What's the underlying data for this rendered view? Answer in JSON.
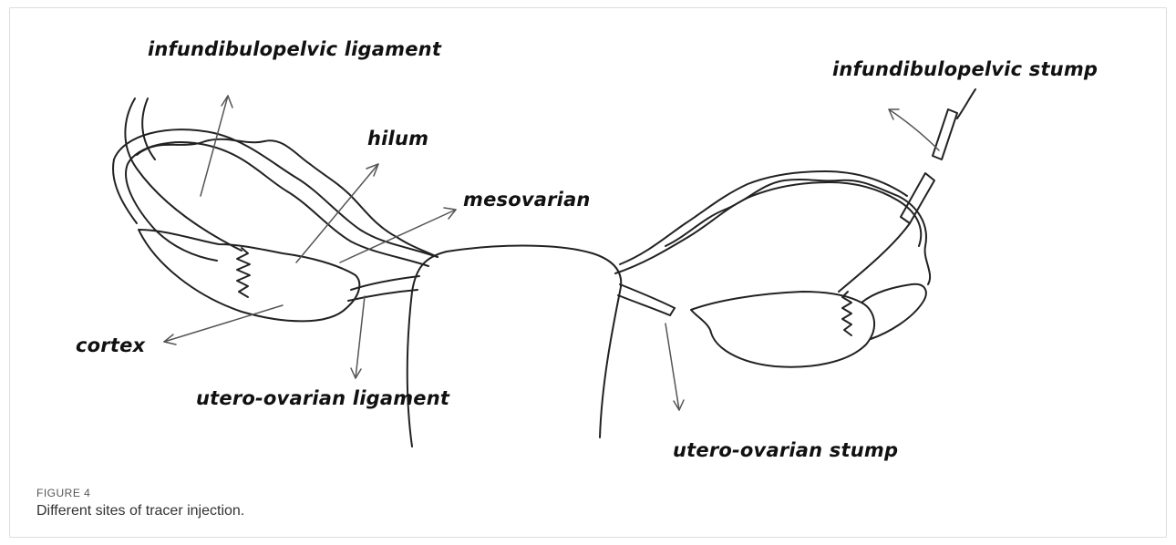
{
  "figure": {
    "number": "FIGURE 4",
    "caption": "Different sites of tracer injection."
  },
  "labels": {
    "infundibulopelvic_ligament": "infundibulopelvic ligament",
    "infundibulopelvic_stump": "infundibulopelvic stump",
    "hilum": "hilum",
    "mesovarian": "mesovarian",
    "cortex": "cortex",
    "utero_ovarian_ligament": "utero-ovarian ligament",
    "utero_ovarian_stump": "utero-ovarian stump"
  },
  "colors": {
    "ink": "#111111",
    "frame": "#d8dde3",
    "caption": "#333333"
  }
}
